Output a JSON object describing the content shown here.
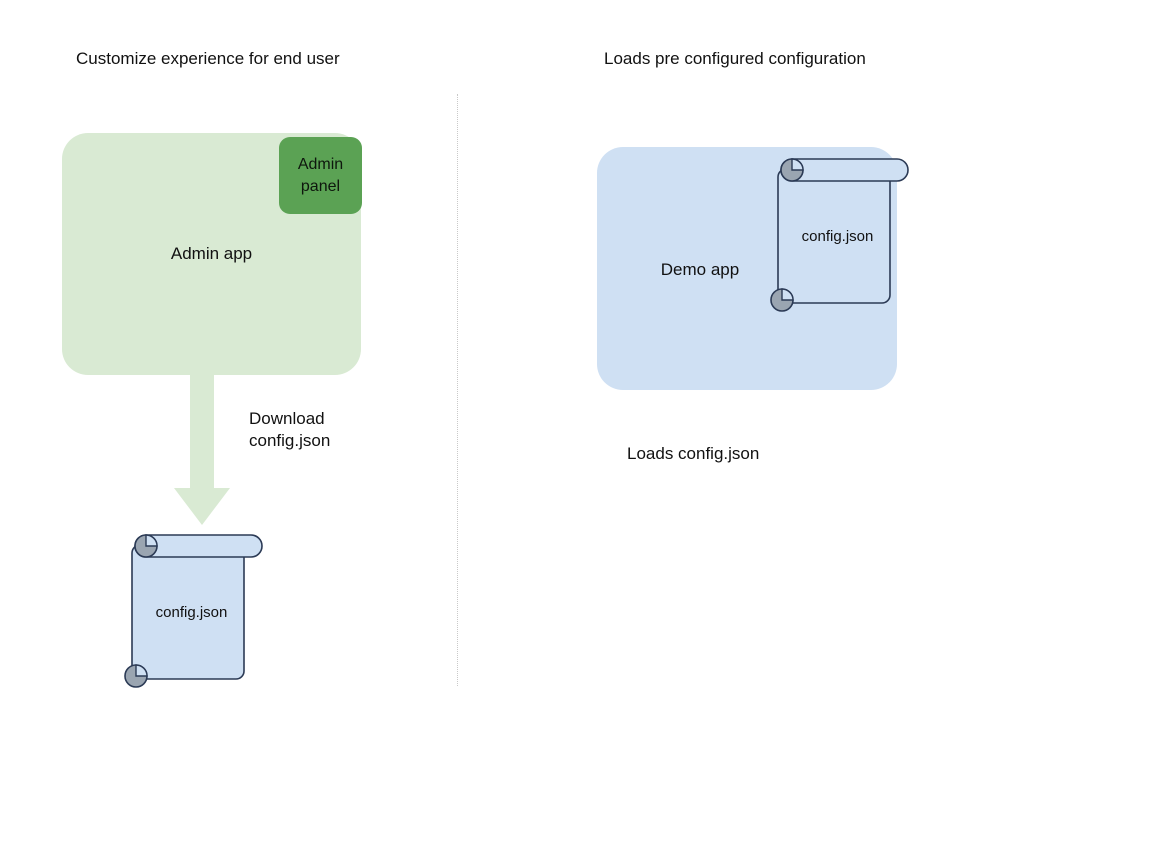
{
  "diagram": {
    "background_color": "#ffffff",
    "columns": [
      {
        "id": "left",
        "title": "Customize experience for end user"
      },
      {
        "id": "right",
        "title": "Loads pre configured configuration"
      }
    ],
    "divider": {
      "style": "dotted",
      "color": "#c9c9c9"
    },
    "left_column": {
      "app": {
        "label": "Admin app",
        "fill": "#d9ead3"
      },
      "panel": {
        "label": "Admin panel",
        "label_line1": "Admin",
        "label_line2": "panel",
        "fill": "#5ba254"
      },
      "arrow": {
        "caption": "Download\nconfig.json",
        "caption_line1": "Download",
        "caption_line2": "config.json",
        "fill": "#d9ead3",
        "direction": "down"
      },
      "document": {
        "label": "config.json",
        "fill": "#cfe0f3",
        "stroke": "#2b3a55",
        "curl_fill": "#9aa5b1"
      }
    },
    "right_column": {
      "app": {
        "label": "Demo app",
        "fill": "#cfe0f3"
      },
      "document": {
        "label": "config.json",
        "fill": "#cfe0f3",
        "stroke": "#2b3a55",
        "curl_fill": "#9aa5b1"
      },
      "caption": "Loads config.json"
    }
  }
}
